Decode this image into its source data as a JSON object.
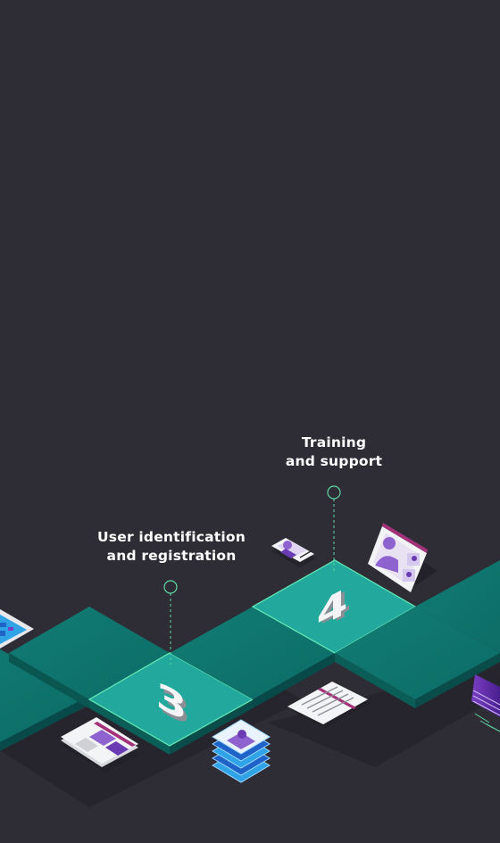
{
  "colors": {
    "background": "#2e2d36",
    "tile_top": "#0f7670",
    "tile_side": "#0a5651",
    "tile_active": "#22a89c",
    "tile_edge": "#5fe3b2",
    "guide": "#5fd6a4",
    "purple": "#8f63cf",
    "purple_dark": "#5a2b9c",
    "magenta": "#a4327a",
    "blue": "#2fa3e6",
    "blue_dark": "#1f63c9"
  },
  "steps": [
    {
      "number": "3",
      "label_line1": "User identification",
      "label_line2": "and registration"
    },
    {
      "number": "4",
      "label_line1": "Training",
      "label_line2": "and support"
    }
  ],
  "icons": [
    "dashboard-icon",
    "browser-window-icon",
    "id-card-stack-icon",
    "document-icon",
    "phone-profile-icon",
    "video-call-icon",
    "server-stack-icon"
  ]
}
